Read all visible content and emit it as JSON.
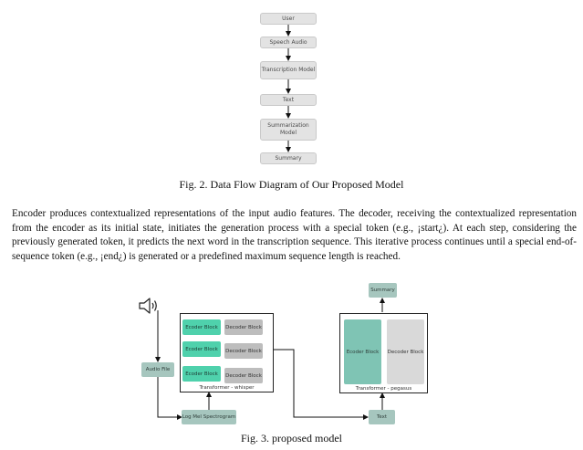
{
  "fig2": {
    "nodes": [
      "User",
      "Speech Audio",
      "Transcription Model",
      "Text",
      "Summarization Model",
      "Summary"
    ],
    "caption": "Fig. 2. Data Flow Diagram of Our Proposed Model"
  },
  "paragraph": "Encoder produces contextualized representations of the input audio features. The decoder, receiving the contextualized representation from the encoder as its initial state, initiates the generation process with a special token (e.g., ¡start¿). At each step, considering the previously generated token, it predicts the next word in the transcription sequence. This iterative process continues until a special end-of-sequence token (e.g., ¡end¿) is generated or a predefined maximum sequence length is reached.",
  "fig3": {
    "audio_file": "Audio File",
    "log_mel": "Log Mel Spectrogram",
    "encoder_block": "Ecoder Block",
    "decoder_block": "Decoder Block",
    "whisper_label": "Transformer - whisper",
    "pegasus_encoder": "Ecoder Block",
    "pegasus_decoder": "Decoder Block",
    "pegasus_label": "Transformer - pegasus",
    "summary": "Summary",
    "text": "Text",
    "caption": "Fig. 3. proposed model",
    "speaker_icon": "speaker-icon"
  }
}
